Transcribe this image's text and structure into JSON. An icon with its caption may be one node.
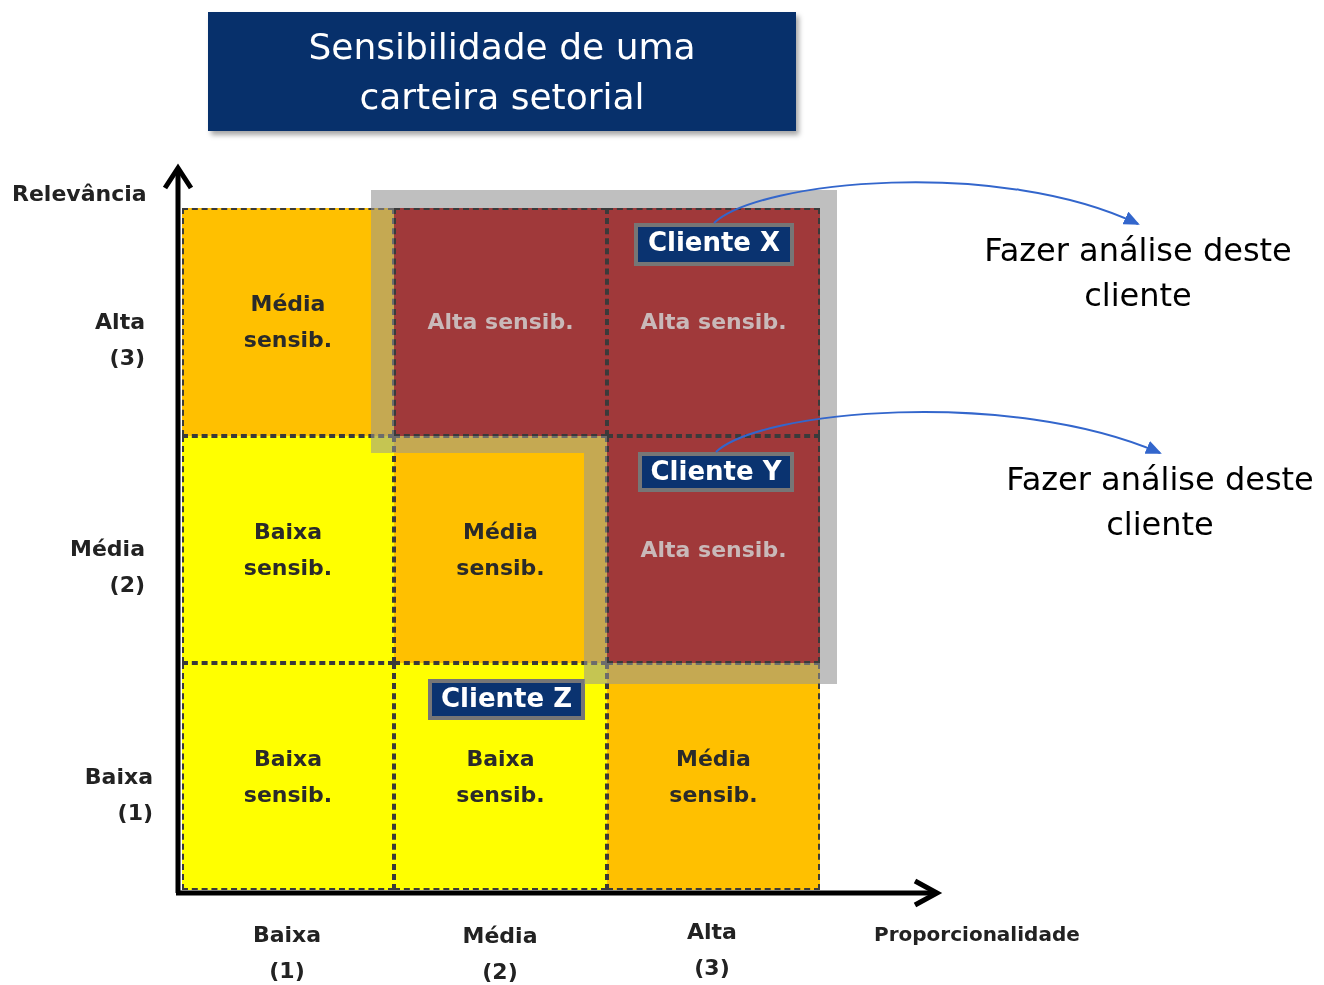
{
  "diagram": {
    "title": "Sensibilidade de uma carteira setorial",
    "nodes": [
      {
        "text": [
          "Média sensib."
        ]
      },
      {
        "text": [
          "Alta sensib."
        ]
      },
      {
        "text": [
          "Alta sensib."
        ]
      },
      {
        "text": [
          "Baixa sensib."
        ]
      },
      {
        "text": [
          "Média sensib."
        ]
      },
      {
        "text": [
          "Alta sensib."
        ]
      },
      {
        "text": [
          "Baixa sensib."
        ]
      },
      {
        "text": [
          "Baixa sensib."
        ]
      },
      {
        "text": [
          "Média sensib."
        ]
      },
      {
        "text": [
          "Cliente X"
        ],
        "in": 2
      },
      {
        "text": [
          "Cliente Y"
        ],
        "in": 5
      },
      {
        "text": [
          "Cliente Z"
        ],
        "in": 7
      },
      {
        "text": [
          "Fazer análise deste cliente"
        ]
      },
      {
        "text": [
          "Fazer análise deste cliente"
        ]
      }
    ],
    "edges": [
      {
        "from": 9,
        "to": 12,
        "arrow": "to"
      },
      {
        "from": 10,
        "to": 13,
        "arrow": "to"
      }
    ],
    "labels": [
      "Relevância",
      "Alta (3)",
      "Média (2)",
      "Baixa (1)",
      "Baixa (1)",
      "Média (2)",
      "Alta (3)",
      "Proporcionalidade"
    ]
  }
}
